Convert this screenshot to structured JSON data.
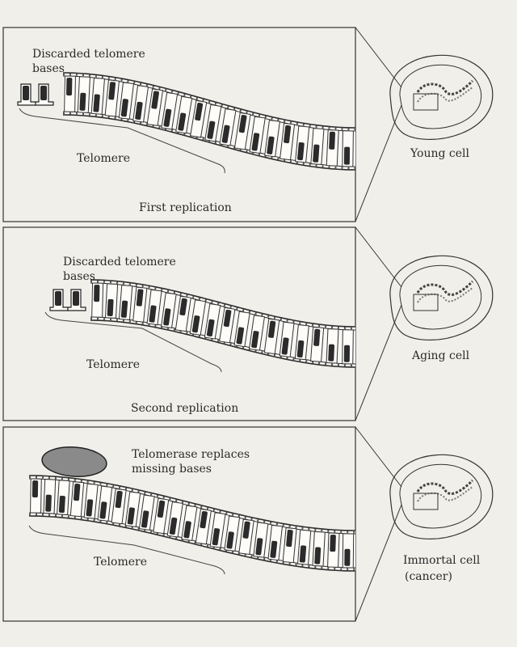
{
  "panels": [
    {
      "top_label": "Discarded telomere",
      "top_label_2": "bases",
      "telomere_label": "Telomere",
      "caption": "First replication",
      "cell_label": "Young cell",
      "cell_label_2": ""
    },
    {
      "top_label": "Discarded telomere",
      "top_label_2": "bases",
      "telomere_label": "Telomere",
      "caption": "Second replication",
      "cell_label": "Aging cell",
      "cell_label_2": ""
    },
    {
      "top_label": "Telomerase replaces",
      "top_label_2": "missing bases",
      "telomere_label": "Telomere",
      "caption": "",
      "cell_label": "Immortal cell",
      "cell_label_2": "(cancer)"
    }
  ],
  "colors": {
    "background": "#f1efe9",
    "ink": "#2a2a2a",
    "base_dark": "#2b2b2b",
    "telomerase": "#8a8a8a"
  }
}
